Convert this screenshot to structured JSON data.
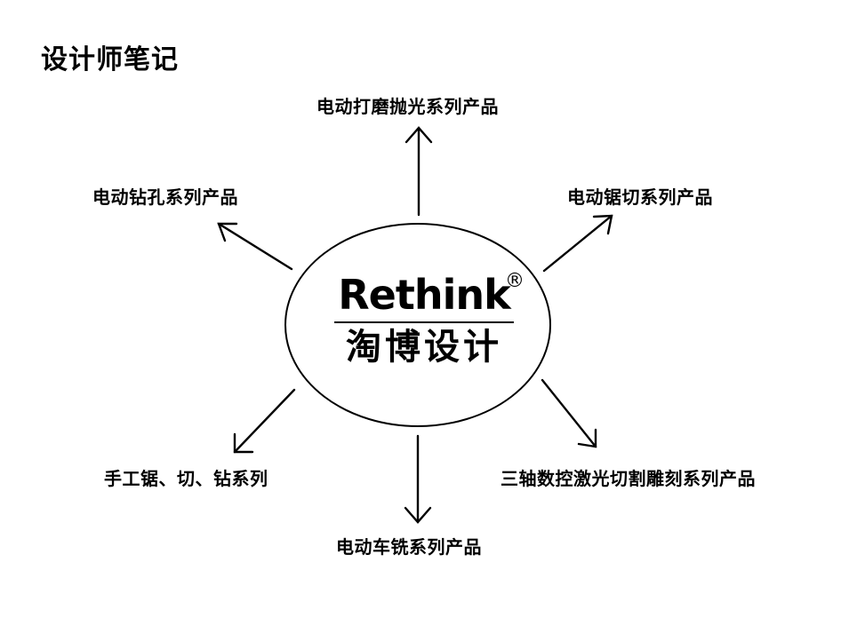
{
  "title": "设计师笔记",
  "center": {
    "brand_en": "Rethink",
    "brand_cn": "淘博设计",
    "registered_mark": "®"
  },
  "nodes": {
    "top": "电动打磨抛光系列产品",
    "upper_left": "电动钻孔系列产品",
    "upper_right": "电动锯切系列产品",
    "lower_left": "手工锯、切、钻系列",
    "lower_right": "三轴数控激光切割雕刻系列产品",
    "bottom": "电动车铣系列产品"
  }
}
